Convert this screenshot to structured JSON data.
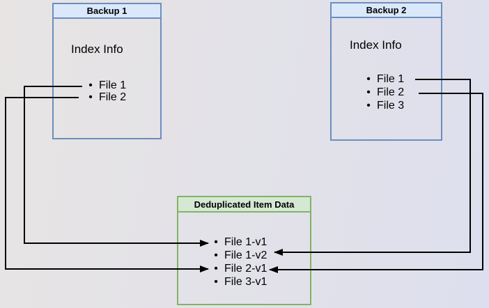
{
  "diagram": {
    "backup1": {
      "title": "Backup 1",
      "section_label": "Index Info",
      "files": [
        "File 1",
        "File 2"
      ]
    },
    "backup2": {
      "title": "Backup 2",
      "section_label": "Index Info",
      "files": [
        "File 1",
        "File 2",
        "File 3"
      ]
    },
    "dedup": {
      "title": "Deduplicated Item Data",
      "items": [
        "File 1-v1",
        "File 1-v2",
        "File 2-v1",
        "File 3-v1"
      ]
    },
    "connections": [
      {
        "from": "Backup 1 / File 1",
        "to": "Deduplicated Item Data / File 1-v1"
      },
      {
        "from": "Backup 1 / File 2",
        "to": "Deduplicated Item Data / File 2-v1"
      },
      {
        "from": "Backup 2 / File 1",
        "to": "Deduplicated Item Data / File 1-v2"
      },
      {
        "from": "Backup 2 / File 2",
        "to": "Deduplicated Item Data / File 2-v1"
      }
    ],
    "colors": {
      "backup_header_fill": "#dae8fc",
      "backup_border": "#6c8ebf",
      "dedup_header_fill": "#d5e8d4",
      "dedup_border": "#82b366",
      "arrow": "#000000",
      "text": "#000000"
    }
  }
}
